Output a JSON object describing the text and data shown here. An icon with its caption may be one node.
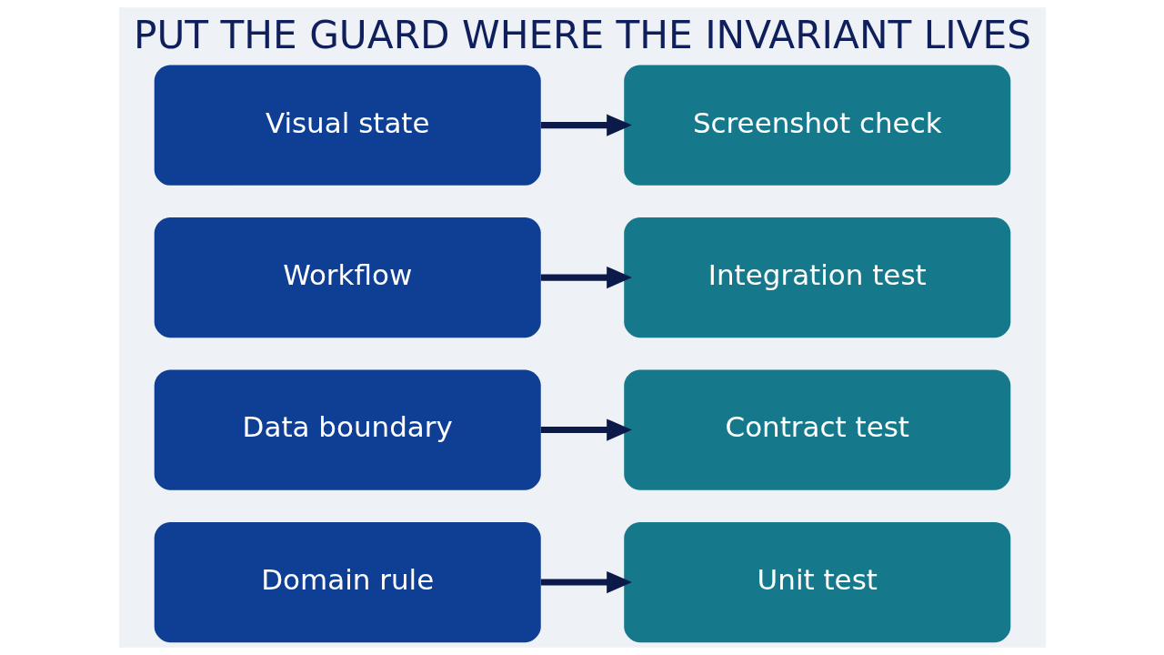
{
  "diagram": {
    "title": "PUT THE GUARD WHERE THE INVARIANT LIVES",
    "nodes": [
      {
        "text": [
          "Domain rule"
        ]
      },
      {
        "text": [
          "Unit test"
        ]
      },
      {
        "text": [
          "Data boundary"
        ]
      },
      {
        "text": [
          "Contract test"
        ]
      },
      {
        "text": [
          "Workflow"
        ]
      },
      {
        "text": [
          "Integration test"
        ]
      },
      {
        "text": [
          "Visual state"
        ]
      },
      {
        "text": [
          "Screenshot check"
        ]
      }
    ],
    "edges": [
      {
        "from": 0,
        "to": 1,
        "arrow": "to"
      },
      {
        "from": 2,
        "to": 3,
        "arrow": "to"
      },
      {
        "from": 4,
        "to": 5,
        "arrow": "to"
      },
      {
        "from": 6,
        "to": 7,
        "arrow": "to"
      }
    ]
  }
}
